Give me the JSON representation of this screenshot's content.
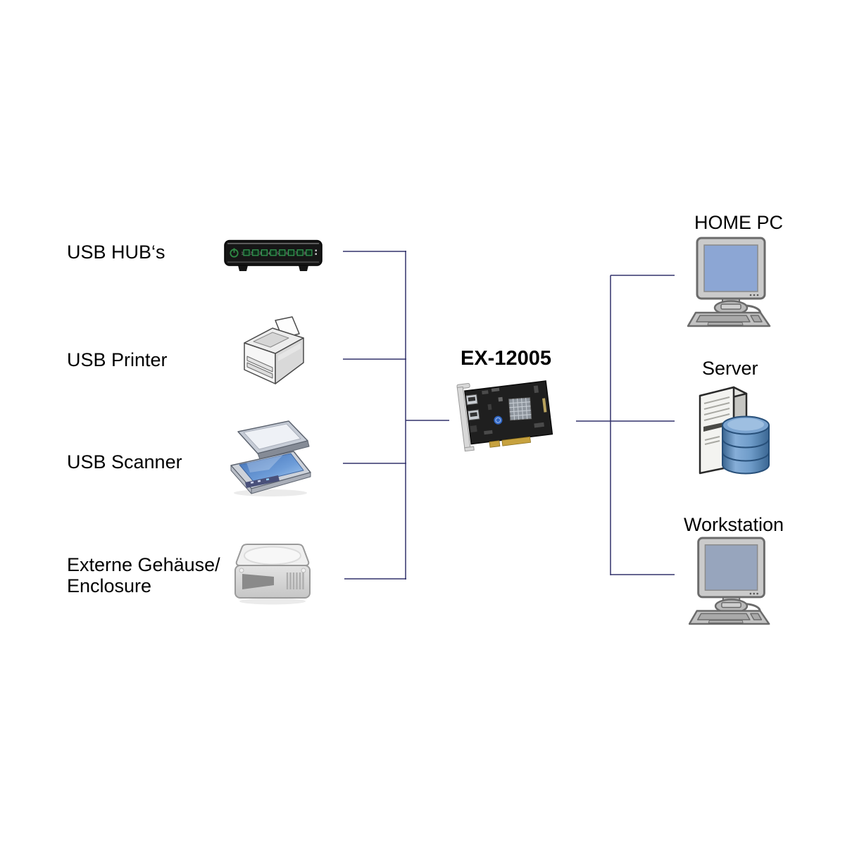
{
  "diagram": {
    "card": {
      "model": "EX-12005"
    },
    "left_devices": [
      {
        "label": "USB HUB‘s"
      },
      {
        "label": "USB Printer"
      },
      {
        "label": "USB Scanner"
      },
      {
        "label": "Externe Gehäuse/\nEnclosure"
      }
    ],
    "right_devices": [
      {
        "label": "HOME PC"
      },
      {
        "label": "Server"
      },
      {
        "label": "Workstation"
      }
    ],
    "colors": {
      "connector": "#32326b",
      "hub_led_green": "#2e8b44",
      "home_pc_screen": "#8ca6d4",
      "workstation_screen": "#97a5bd",
      "database_blue": "#4a7cb0",
      "pcie_gold": "#c7a23f"
    }
  }
}
